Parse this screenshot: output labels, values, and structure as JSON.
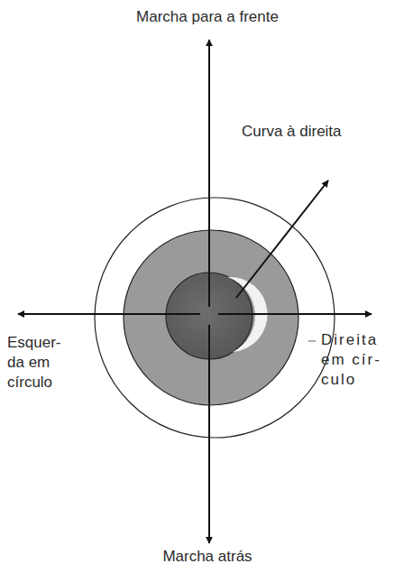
{
  "diagram": {
    "labels": [
      "Marcha para a frente",
      "Curva à direita",
      "Esquer- da em círculo",
      "Direita em cír- culo",
      "Marcha atrás"
    ]
  }
}
